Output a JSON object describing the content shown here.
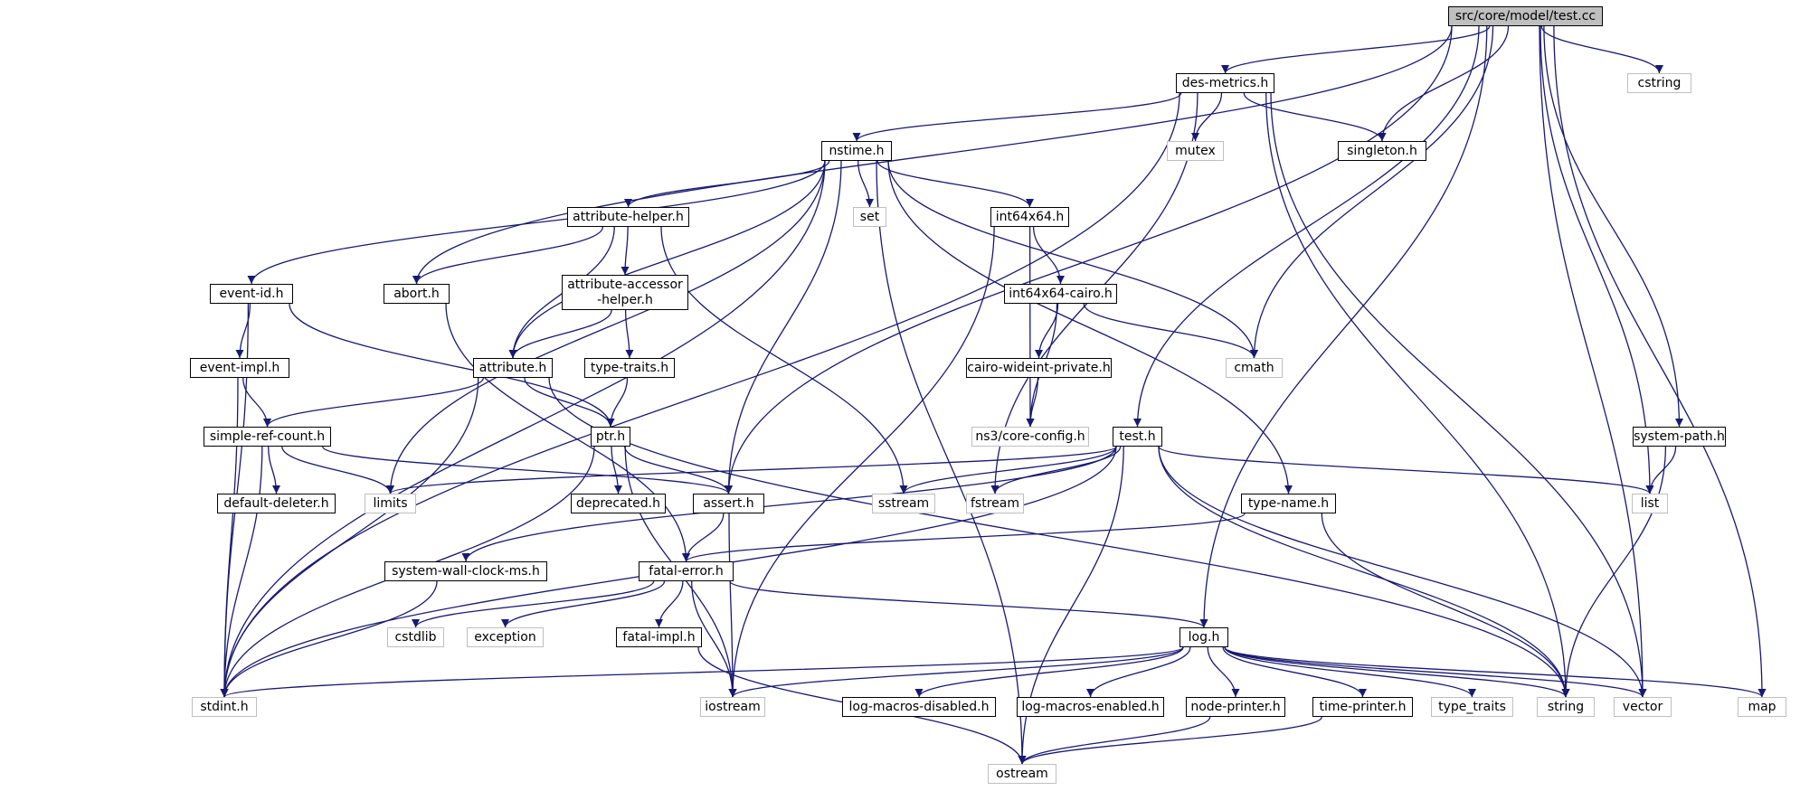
{
  "diagram": {
    "title": "src/core/model/test.cc",
    "edge_color": "#191970",
    "root_fill": "#bfbfbf",
    "local_border": "#000000",
    "system_border": "#bfbfbf",
    "nodes": [
      {
        "id": "test_cc",
        "label": "src/core/model/test.cc",
        "kind": "root"
      },
      {
        "id": "des_metrics",
        "label": "des-metrics.h",
        "kind": "local"
      },
      {
        "id": "cstring",
        "label": "cstring",
        "kind": "system"
      },
      {
        "id": "nstime",
        "label": "nstime.h",
        "kind": "local"
      },
      {
        "id": "mutex",
        "label": "mutex",
        "kind": "system"
      },
      {
        "id": "singleton",
        "label": "singleton.h",
        "kind": "local"
      },
      {
        "id": "attribute_helper",
        "label": "attribute-helper.h",
        "kind": "local"
      },
      {
        "id": "set",
        "label": "set",
        "kind": "system"
      },
      {
        "id": "int64x64",
        "label": "int64x64.h",
        "kind": "local"
      },
      {
        "id": "event_id",
        "label": "event-id.h",
        "kind": "local"
      },
      {
        "id": "abort",
        "label": "abort.h",
        "kind": "local"
      },
      {
        "id": "attribute_accessor_helper",
        "label": "attribute-accessor\n-helper.h",
        "kind": "local"
      },
      {
        "id": "int64x64_cairo",
        "label": "int64x64-cairo.h",
        "kind": "local"
      },
      {
        "id": "event_impl",
        "label": "event-impl.h",
        "kind": "local"
      },
      {
        "id": "attribute",
        "label": "attribute.h",
        "kind": "local"
      },
      {
        "id": "type_traits_h",
        "label": "type-traits.h",
        "kind": "local"
      },
      {
        "id": "cairo_wideint",
        "label": "cairo-wideint-private.h",
        "kind": "local"
      },
      {
        "id": "cmath",
        "label": "cmath",
        "kind": "system"
      },
      {
        "id": "simple_ref_count",
        "label": "simple-ref-count.h",
        "kind": "local"
      },
      {
        "id": "ptr",
        "label": "ptr.h",
        "kind": "local"
      },
      {
        "id": "core_config",
        "label": "ns3/core-config.h",
        "kind": "system"
      },
      {
        "id": "test_h",
        "label": "test.h",
        "kind": "local"
      },
      {
        "id": "system_path",
        "label": "system-path.h",
        "kind": "local"
      },
      {
        "id": "default_deleter",
        "label": "default-deleter.h",
        "kind": "local"
      },
      {
        "id": "limits",
        "label": "limits",
        "kind": "system"
      },
      {
        "id": "deprecated",
        "label": "deprecated.h",
        "kind": "local"
      },
      {
        "id": "assert",
        "label": "assert.h",
        "kind": "local"
      },
      {
        "id": "sstream",
        "label": "sstream",
        "kind": "system"
      },
      {
        "id": "fstream",
        "label": "fstream",
        "kind": "system"
      },
      {
        "id": "type_name",
        "label": "type-name.h",
        "kind": "local"
      },
      {
        "id": "list",
        "label": "list",
        "kind": "system"
      },
      {
        "id": "system_wall_clock",
        "label": "system-wall-clock-ms.h",
        "kind": "local"
      },
      {
        "id": "fatal_error",
        "label": "fatal-error.h",
        "kind": "local"
      },
      {
        "id": "cstdlib",
        "label": "cstdlib",
        "kind": "system"
      },
      {
        "id": "exception",
        "label": "exception",
        "kind": "system"
      },
      {
        "id": "fatal_impl",
        "label": "fatal-impl.h",
        "kind": "local"
      },
      {
        "id": "log",
        "label": "log.h",
        "kind": "local"
      },
      {
        "id": "stdint",
        "label": "stdint.h",
        "kind": "system"
      },
      {
        "id": "iostream",
        "label": "iostream",
        "kind": "system"
      },
      {
        "id": "log_macros_disabled",
        "label": "log-macros-disabled.h",
        "kind": "local"
      },
      {
        "id": "log_macros_enabled",
        "label": "log-macros-enabled.h",
        "kind": "local"
      },
      {
        "id": "node_printer",
        "label": "node-printer.h",
        "kind": "local"
      },
      {
        "id": "time_printer",
        "label": "time-printer.h",
        "kind": "local"
      },
      {
        "id": "type_traits",
        "label": "type_traits",
        "kind": "system"
      },
      {
        "id": "string",
        "label": "string",
        "kind": "system"
      },
      {
        "id": "vector",
        "label": "vector",
        "kind": "system"
      },
      {
        "id": "map",
        "label": "map",
        "kind": "system"
      },
      {
        "id": "ostream",
        "label": "ostream",
        "kind": "system"
      }
    ],
    "edges": [
      [
        "test_cc",
        "des_metrics"
      ],
      [
        "test_cc",
        "cstring"
      ],
      [
        "test_cc",
        "singleton"
      ],
      [
        "test_cc",
        "abort"
      ],
      [
        "test_cc",
        "assert"
      ],
      [
        "test_cc",
        "cmath"
      ],
      [
        "test_cc",
        "test_h"
      ],
      [
        "test_cc",
        "log"
      ],
      [
        "test_cc",
        "system_path"
      ],
      [
        "test_cc",
        "list"
      ],
      [
        "test_cc",
        "vector"
      ],
      [
        "test_cc",
        "map"
      ],
      [
        "des_metrics",
        "nstime"
      ],
      [
        "des_metrics",
        "mutex"
      ],
      [
        "des_metrics",
        "singleton"
      ],
      [
        "des_metrics",
        "stdint"
      ],
      [
        "des_metrics",
        "fstream"
      ],
      [
        "des_metrics",
        "string"
      ],
      [
        "des_metrics",
        "vector"
      ],
      [
        "nstime",
        "attribute_helper"
      ],
      [
        "nstime",
        "set"
      ],
      [
        "nstime",
        "int64x64"
      ],
      [
        "nstime",
        "event_id"
      ],
      [
        "nstime",
        "attribute"
      ],
      [
        "nstime",
        "stdint"
      ],
      [
        "nstime",
        "limits"
      ],
      [
        "nstime",
        "assert"
      ],
      [
        "nstime",
        "cmath"
      ],
      [
        "nstime",
        "type_name"
      ],
      [
        "nstime",
        "ostream"
      ],
      [
        "attribute_helper",
        "abort"
      ],
      [
        "attribute_helper",
        "attribute_accessor_helper"
      ],
      [
        "attribute_helper",
        "attribute"
      ],
      [
        "attribute_helper",
        "sstream"
      ],
      [
        "int64x64",
        "int64x64_cairo"
      ],
      [
        "int64x64",
        "core_config"
      ],
      [
        "int64x64",
        "iostream"
      ],
      [
        "int64x64_cairo",
        "cairo_wideint"
      ],
      [
        "int64x64_cairo",
        "cmath"
      ],
      [
        "int64x64_cairo",
        "core_config"
      ],
      [
        "cairo_wideint",
        "core_config"
      ],
      [
        "event_id",
        "event_impl"
      ],
      [
        "event_id",
        "ptr"
      ],
      [
        "event_id",
        "stdint"
      ],
      [
        "event_impl",
        "simple_ref_count"
      ],
      [
        "event_impl",
        "stdint"
      ],
      [
        "abort",
        "fatal_error"
      ],
      [
        "attribute_accessor_helper",
        "attribute"
      ],
      [
        "attribute_accessor_helper",
        "type_traits_h"
      ],
      [
        "type_traits_h",
        "ptr"
      ],
      [
        "attribute",
        "ptr"
      ],
      [
        "attribute",
        "simple_ref_count"
      ],
      [
        "attribute",
        "stdint"
      ],
      [
        "attribute",
        "string"
      ],
      [
        "simple_ref_count",
        "default_deleter"
      ],
      [
        "simple_ref_count",
        "limits"
      ],
      [
        "simple_ref_count",
        "assert"
      ],
      [
        "simple_ref_count",
        "stdint"
      ],
      [
        "ptr",
        "deprecated"
      ],
      [
        "ptr",
        "assert"
      ],
      [
        "ptr",
        "iostream"
      ],
      [
        "ptr",
        "stdint"
      ],
      [
        "assert",
        "fatal_error"
      ],
      [
        "assert",
        "iostream"
      ],
      [
        "test_h",
        "limits"
      ],
      [
        "test_h",
        "sstream"
      ],
      [
        "test_h",
        "fstream"
      ],
      [
        "test_h",
        "list"
      ],
      [
        "test_h",
        "system_wall_clock"
      ],
      [
        "test_h",
        "stdint"
      ],
      [
        "test_h",
        "ostream"
      ],
      [
        "test_h",
        "string"
      ],
      [
        "test_h",
        "vector"
      ],
      [
        "system_path",
        "list"
      ],
      [
        "system_path",
        "string"
      ],
      [
        "type_name",
        "fatal_error"
      ],
      [
        "type_name",
        "string"
      ],
      [
        "system_wall_clock",
        "stdint"
      ],
      [
        "fatal_error",
        "cstdlib"
      ],
      [
        "fatal_error",
        "exception"
      ],
      [
        "fatal_error",
        "fatal_impl"
      ],
      [
        "fatal_error",
        "iostream"
      ],
      [
        "fatal_error",
        "log"
      ],
      [
        "fatal_impl",
        "ostream"
      ],
      [
        "log",
        "log_macros_disabled"
      ],
      [
        "log",
        "log_macros_enabled"
      ],
      [
        "log",
        "node_printer"
      ],
      [
        "log",
        "time_printer"
      ],
      [
        "log",
        "type_traits"
      ],
      [
        "log",
        "string"
      ],
      [
        "log",
        "vector"
      ],
      [
        "log",
        "map"
      ],
      [
        "log",
        "stdint"
      ],
      [
        "log",
        "iostream"
      ],
      [
        "node_printer",
        "ostream"
      ],
      [
        "time_printer",
        "ostream"
      ]
    ]
  }
}
